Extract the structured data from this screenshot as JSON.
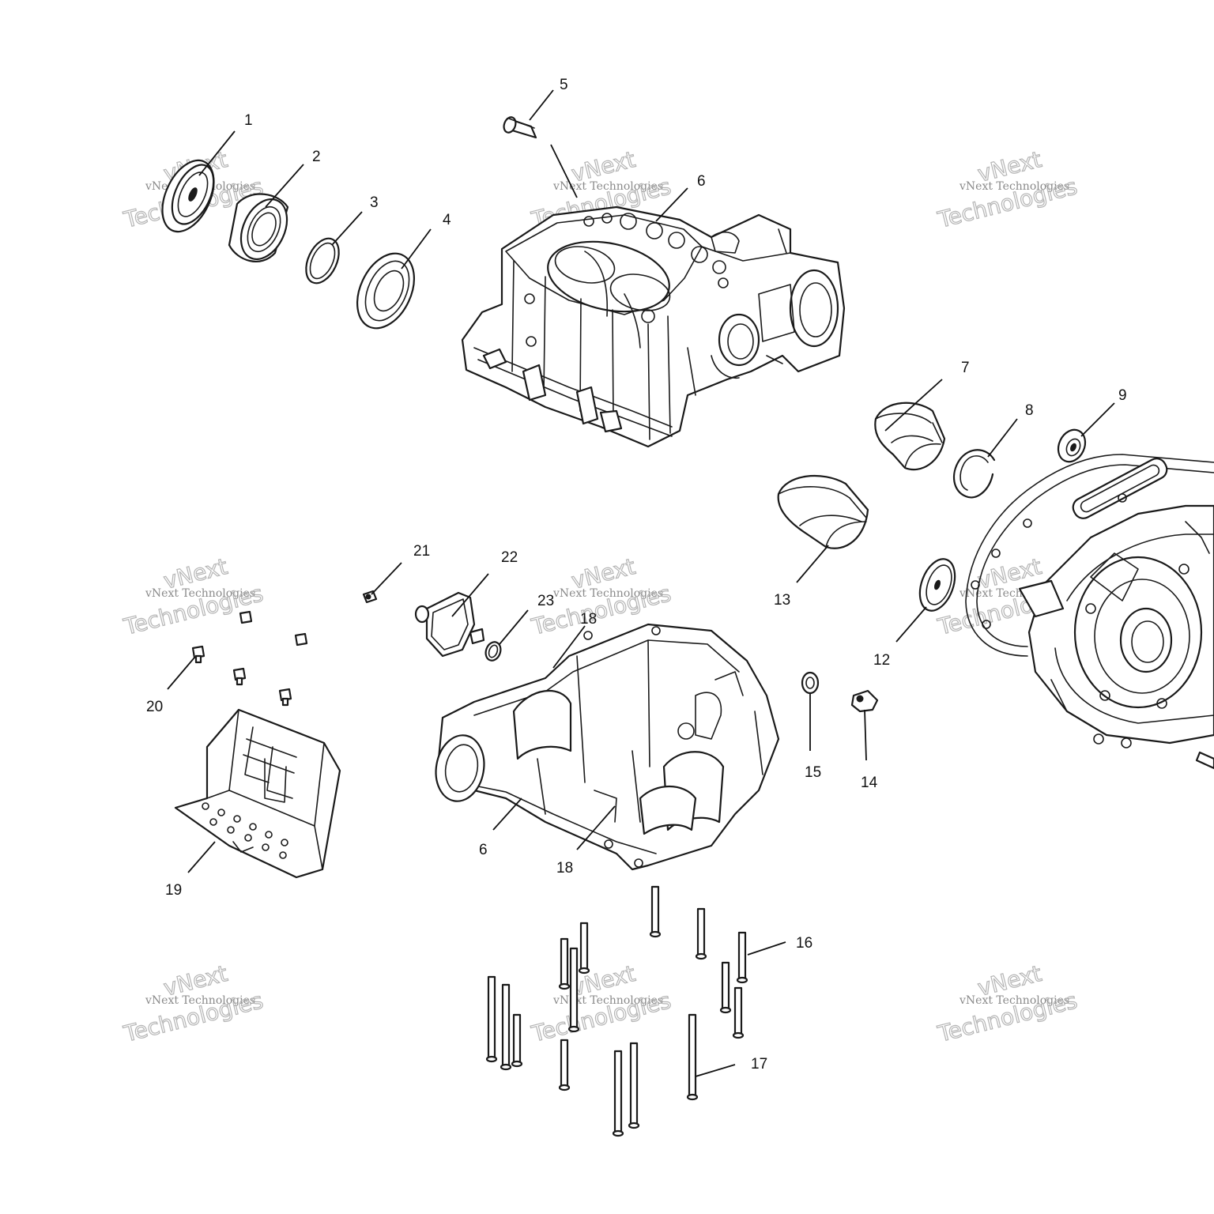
{
  "callouts": {
    "c1": "1",
    "c2": "2",
    "c3": "3",
    "c4": "4",
    "c5": "5",
    "c6a": "6",
    "c6b": "6",
    "c7": "7",
    "c8": "8",
    "c9": "9",
    "c12": "12",
    "c13": "13",
    "c14": "14",
    "c15": "15",
    "c16": "16",
    "c17": "17",
    "c18a": "18",
    "c18b": "18",
    "c19": "19",
    "c20": "20",
    "c21": "21",
    "c22": "22",
    "c23": "23"
  },
  "watermark": {
    "line_small": "vNext Technologies",
    "line_big_1": "vNext",
    "line_big_2": "Technologies"
  }
}
